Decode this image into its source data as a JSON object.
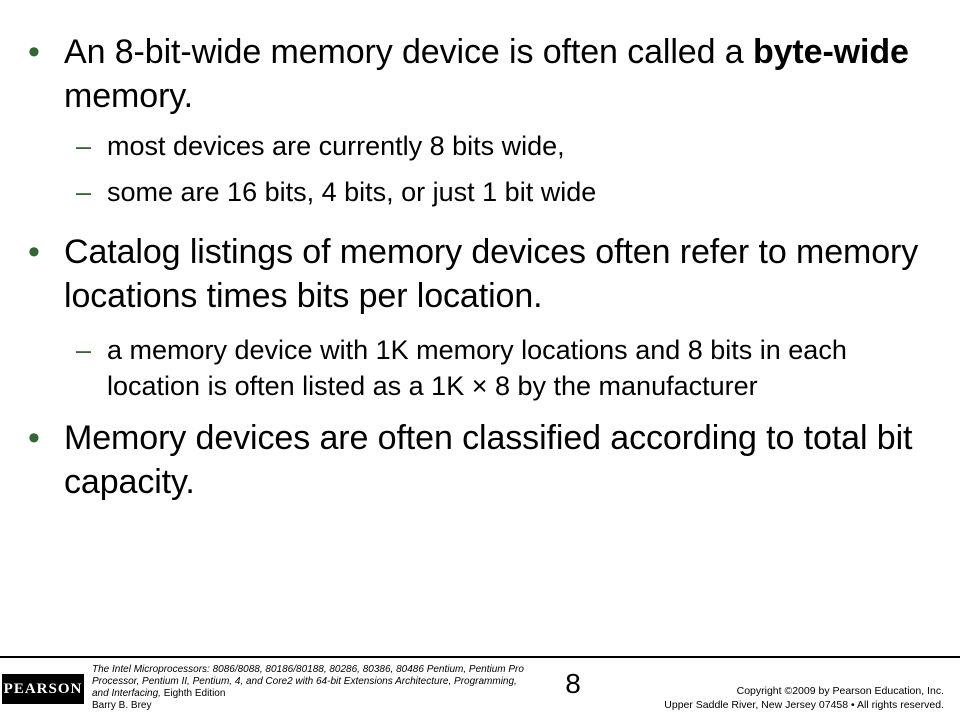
{
  "slide": {
    "bullets": [
      {
        "text_before": "An 8-bit-wide memory device is often called a ",
        "text_bold": "byte-wide",
        "text_after": " memory.",
        "subs": [
          "most devices are currently 8 bits wide,",
          "some are 16 bits, 4 bits, or just 1 bit wide"
        ]
      },
      {
        "text": "Catalog listings of memory devices often refer to memory locations times bits per location.",
        "subs": [
          "a memory device with 1K memory locations and 8 bits in each location is often listed as a 1K × 8 by the manufacturer"
        ]
      },
      {
        "text": "Memory devices are often classified according to total bit capacity."
      }
    ],
    "bullet_glyph": "•",
    "sub_glyph": "–"
  },
  "footer": {
    "logo_text": "PEARSON",
    "book_title": "The Intel Microprocessors: 8086/8088, 80186/80188, 80286, 80386, 80486 Pentium, Pentium Pro Processor, Pentium II, Pentium, 4, and Core2 with 64-bit Extensions Architecture, Programming, and Interfacing,",
    "edition": "Eighth Edition",
    "author": "Barry B. Brey",
    "page_number": "8",
    "copyright_line1": "Copyright ©2009 by Pearson Education, Inc.",
    "copyright_line2": "Upper Saddle River, New Jersey 07458 • All rights reserved."
  },
  "colors": {
    "bullet": "#336633",
    "text": "#000000",
    "background": "#ffffff"
  }
}
